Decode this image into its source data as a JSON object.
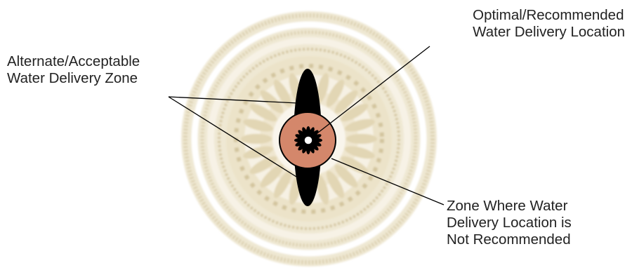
{
  "diagram": {
    "labels": {
      "optimal": {
        "line1": "Optimal/Recommended",
        "line2": "Water Delivery Location"
      },
      "alternate": {
        "line1": "Alternate/Acceptable",
        "line2": "Water Delivery Zone"
      },
      "not_recommended": {
        "line1": "Zone Where Water",
        "line2": "Delivery Location is",
        "line3": "Not Recommended"
      }
    },
    "colors": {
      "background_rings": "#e6dcc0",
      "ring_dark": "#d3c59e",
      "alternate_zone": "#000000",
      "core_zone": "#d4876b",
      "optimal_point": "#ffffff",
      "leader_lines": "#000000"
    }
  }
}
